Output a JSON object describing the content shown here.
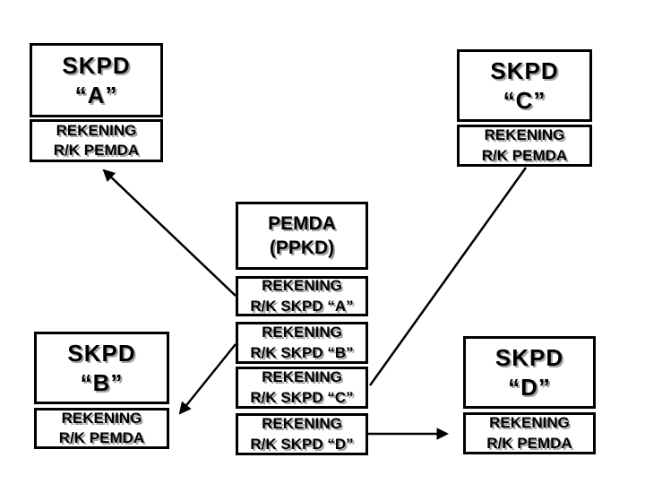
{
  "diagram": {
    "colors": {
      "background": "#ffffff",
      "box_fill": "#ffffff",
      "box_border": "#000000",
      "text": "#000000",
      "text_shadow": "#a3a3a3",
      "connector": "#000000"
    }
  },
  "skpd_a": {
    "line1": "SKPD",
    "line2": "“A”"
  },
  "skpd_a_account": {
    "line1": "REKENING",
    "line2": "R/K PEMDA"
  },
  "skpd_b": {
    "line1": "SKPD",
    "line2": "“B”"
  },
  "skpd_b_account": {
    "line1": "REKENING",
    "line2": "R/K PEMDA"
  },
  "skpd_c": {
    "line1": "SKPD",
    "line2": "“C”"
  },
  "skpd_c_account": {
    "line1": "REKENING",
    "line2": "R/K PEMDA"
  },
  "skpd_d": {
    "line1": "SKPD",
    "line2": "“D”"
  },
  "skpd_d_account": {
    "line1": "REKENING",
    "line2": "R/K PEMDA"
  },
  "pemda": {
    "line1": "PEMDA",
    "line2": "(PPKD)"
  },
  "pemda_accounts": {
    "a": {
      "line1": "REKENING",
      "line2": "R/K SKPD “A”"
    },
    "b": {
      "line1": "REKENING",
      "line2": "R/K SKPD “B”"
    },
    "c": {
      "line1": "REKENING",
      "line2": "R/K SKPD “C”"
    },
    "d": {
      "line1": "REKENING",
      "line2": "R/K SKPD “D”"
    }
  }
}
